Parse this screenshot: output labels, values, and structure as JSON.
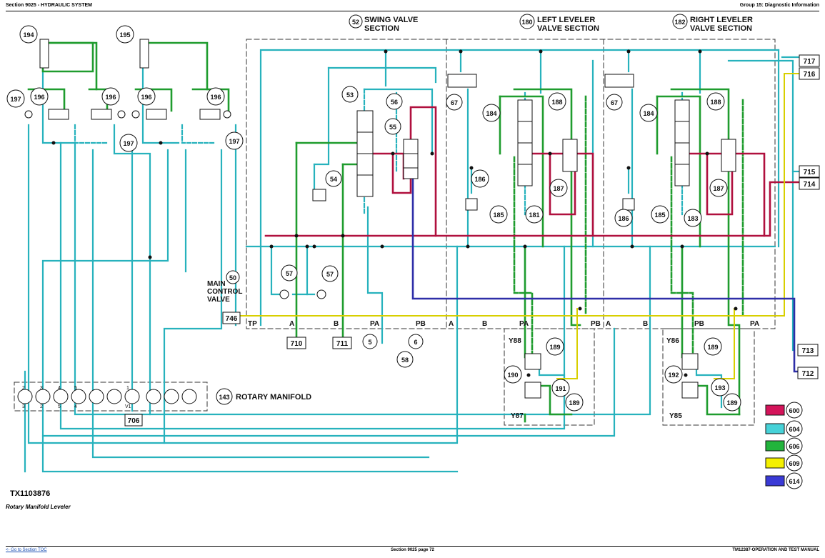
{
  "header": {
    "left": "Section 9025 - HYDRAULIC SYSTEM",
    "right": "Group 15: Diagnostic Information"
  },
  "footer": {
    "left": "<- Go to Section TOC",
    "center": "Section 9025 page 72",
    "right": "TM12387-OPERATION AND TEST MANUAL"
  },
  "figure": {
    "id": "TX1103876",
    "caption": "Rotary Manifold Leveler"
  },
  "sections": {
    "swing": {
      "num": "52",
      "line1": "SWING VALVE",
      "line2": "SECTION"
    },
    "left": {
      "num": "180",
      "line1": "LEFT LEVELER",
      "line2": "VALVE SECTION"
    },
    "right": {
      "num": "182",
      "line1": "RIGHT LEVELER",
      "line2": "VALVE SECTION"
    }
  },
  "main_valve": {
    "num": "50",
    "line1": "MAIN",
    "line2": "CONTROL",
    "line3": "VALVE"
  },
  "rotary_manifold": {
    "num": "143",
    "label": "ROTARY MANIFOLD"
  },
  "port_labels": {
    "tp": "TP",
    "a1": "A",
    "b1": "B",
    "pa1": "PA",
    "pb1": "PB",
    "a2": "A",
    "b2": "B",
    "pa2": "PA",
    "pb2": "PB",
    "a3": "A",
    "b3": "B",
    "pb3": "PB",
    "pa3": "PA"
  },
  "solenoids": {
    "y88": "Y88",
    "y87": "Y87",
    "y86": "Y86",
    "y85": "Y85"
  },
  "manifold_ports": {
    "top": [
      "2",
      "3",
      "4",
      "5",
      "1"
    ],
    "bottom": [
      "3",
      "2",
      "5",
      "4",
      "V1"
    ]
  },
  "boxed": {
    "b717": "717",
    "b716": "716",
    "b715": "715",
    "b714": "714",
    "b713": "713",
    "b712": "712",
    "b746": "746",
    "b710": "710",
    "b711": "711",
    "b706": "706"
  },
  "callouts": {
    "c194": "194",
    "c195": "195",
    "c197a": "197",
    "c196a": "196",
    "c196b": "196",
    "c197b": "197",
    "c196c": "196",
    "c196d": "196",
    "c197c": "197",
    "c53": "53",
    "c56": "56",
    "c55": "55",
    "c54": "54",
    "c57a": "57",
    "c57b": "57",
    "c5": "5",
    "c6": "6",
    "c58": "58",
    "c67a": "67",
    "c184a": "184",
    "c188a": "188",
    "c186a": "186",
    "c185a": "185",
    "c181": "181",
    "c187a": "187",
    "c67b": "67",
    "c184b": "184",
    "c188b": "188",
    "c186b": "186",
    "c185b": "185",
    "c183": "183",
    "c187b": "187",
    "c189a": "189",
    "c190": "190",
    "c191": "191",
    "c189b": "189",
    "c189c": "189",
    "c192": "192",
    "c193": "193",
    "c189d": "189"
  },
  "legend": [
    {
      "code": "600",
      "color": "#d4145a"
    },
    {
      "code": "604",
      "color": "#46d2d8"
    },
    {
      "code": "606",
      "color": "#22b43c"
    },
    {
      "code": "609",
      "color": "#f4f000"
    },
    {
      "code": "614",
      "color": "#3a3ad6"
    }
  ],
  "line_colors": {
    "pressure": "#b0103e",
    "pilot": "#27b2bd",
    "work": "#1f9c2e",
    "yellow": "#d8cf00",
    "blue": "#2e2ea8"
  }
}
